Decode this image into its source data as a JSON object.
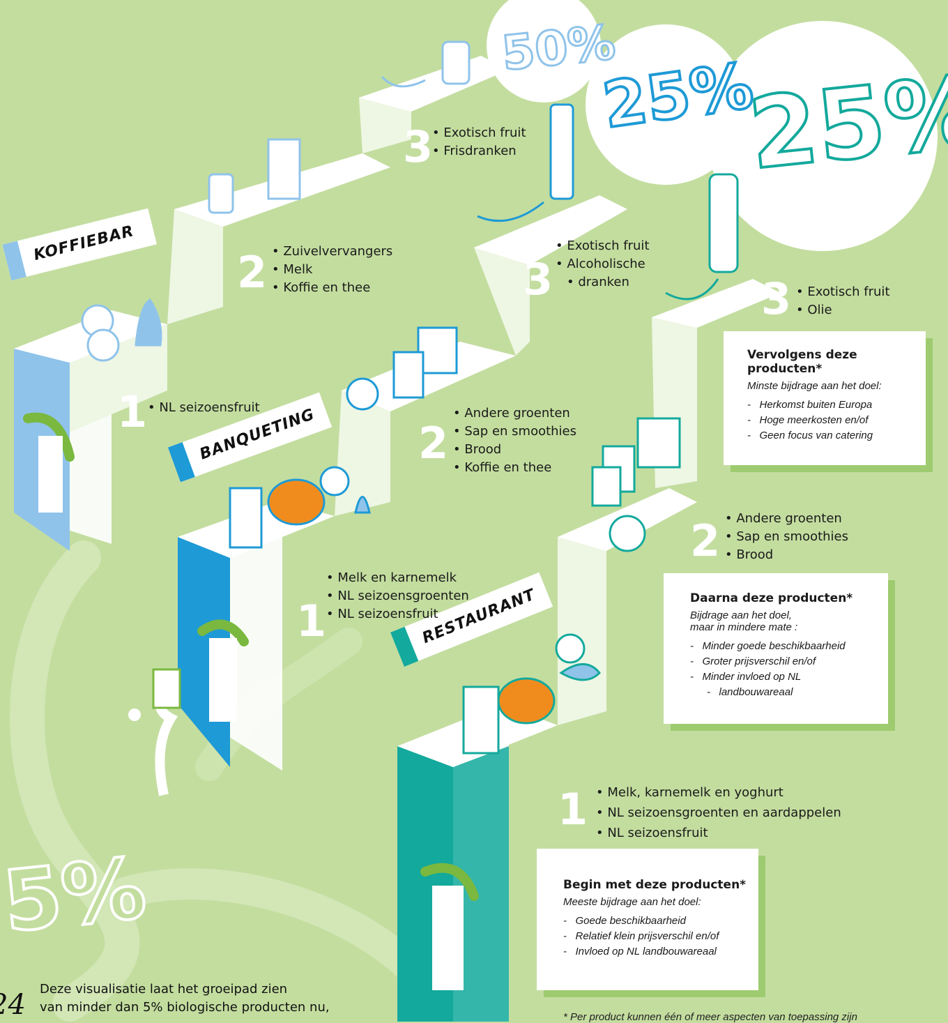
{
  "background_color": "#c3dd9f",
  "colors": {
    "koffiebar": "#8fc3ea",
    "banqueting": "#1e9ad6",
    "restaurant": "#13a99c",
    "accent_green": "#7ab83f",
    "box_shadow": "#9ecb6f"
  },
  "percentages": {
    "koffiebar": "50%",
    "banqueting": "25%",
    "restaurant": "25%",
    "start": "5%"
  },
  "koffiebar": {
    "label": "KOFFIEBAR",
    "step1": {
      "num": "1",
      "items": [
        "NL seizoensfruit"
      ]
    },
    "step2": {
      "num": "2",
      "items": [
        "Zuivelvervangers",
        "Melk",
        "Koffie en thee"
      ]
    },
    "step3": {
      "num": "3",
      "items": [
        "Exotisch fruit",
        "Frisdranken"
      ]
    }
  },
  "banqueting": {
    "label": "BANQUETING",
    "step1": {
      "num": "1",
      "items": [
        "Melk en karnemelk",
        "NL seizoensgroenten",
        "NL seizoensfruit"
      ]
    },
    "step2": {
      "num": "2",
      "items": [
        "Andere groenten",
        "Sap en smoothies",
        "Brood",
        "Koffie en thee"
      ]
    },
    "step3": {
      "num": "3",
      "items": [
        "Exotisch fruit",
        "Alcoholische",
        "dranken"
      ]
    }
  },
  "restaurant": {
    "label": "RESTAURANT",
    "step1": {
      "num": "1",
      "items": [
        "Melk, karnemelk en yoghurt",
        "NL seizoensgroenten en aardappelen",
        "NL seizoensfruit"
      ]
    },
    "step2": {
      "num": "2",
      "items": [
        "Andere groenten",
        "Sap en smoothies",
        "Brood"
      ]
    },
    "step3": {
      "num": "3",
      "items": [
        "Exotisch fruit",
        "Olie"
      ]
    }
  },
  "boxes": {
    "begin": {
      "title": "Begin met deze producten*",
      "subtitle": "Meeste bijdrage aan het doel:",
      "items": [
        "Goede beschikbaarheid",
        "Relatief klein prijsverschil en/of",
        "Invloed op NL landbouwareaal"
      ]
    },
    "daarna": {
      "title": "Daarna deze producten*",
      "subtitle_line1": "Bijdrage aan het doel,",
      "subtitle_line2": "maar in mindere mate :",
      "items": [
        "Minder goede beschikbaarheid",
        "Groter prijsverschil en/of",
        "Minder invloed op NL",
        "landbouwareaal"
      ]
    },
    "vervolgens": {
      "title": "Vervolgens deze producten*",
      "subtitle": "Minste bijdrage aan het doel:",
      "items": [
        "Herkomst buiten Europa",
        "Hoge meerkosten en/of",
        "Geen focus van catering"
      ]
    }
  },
  "page_number": "24",
  "intro_line1": "Deze visualisatie laat het groeipad zien",
  "intro_line2": "van minder dan 5% biologische producten nu,",
  "footnote": "* Per product kunnen één of meer aspecten van toepassing zijn"
}
